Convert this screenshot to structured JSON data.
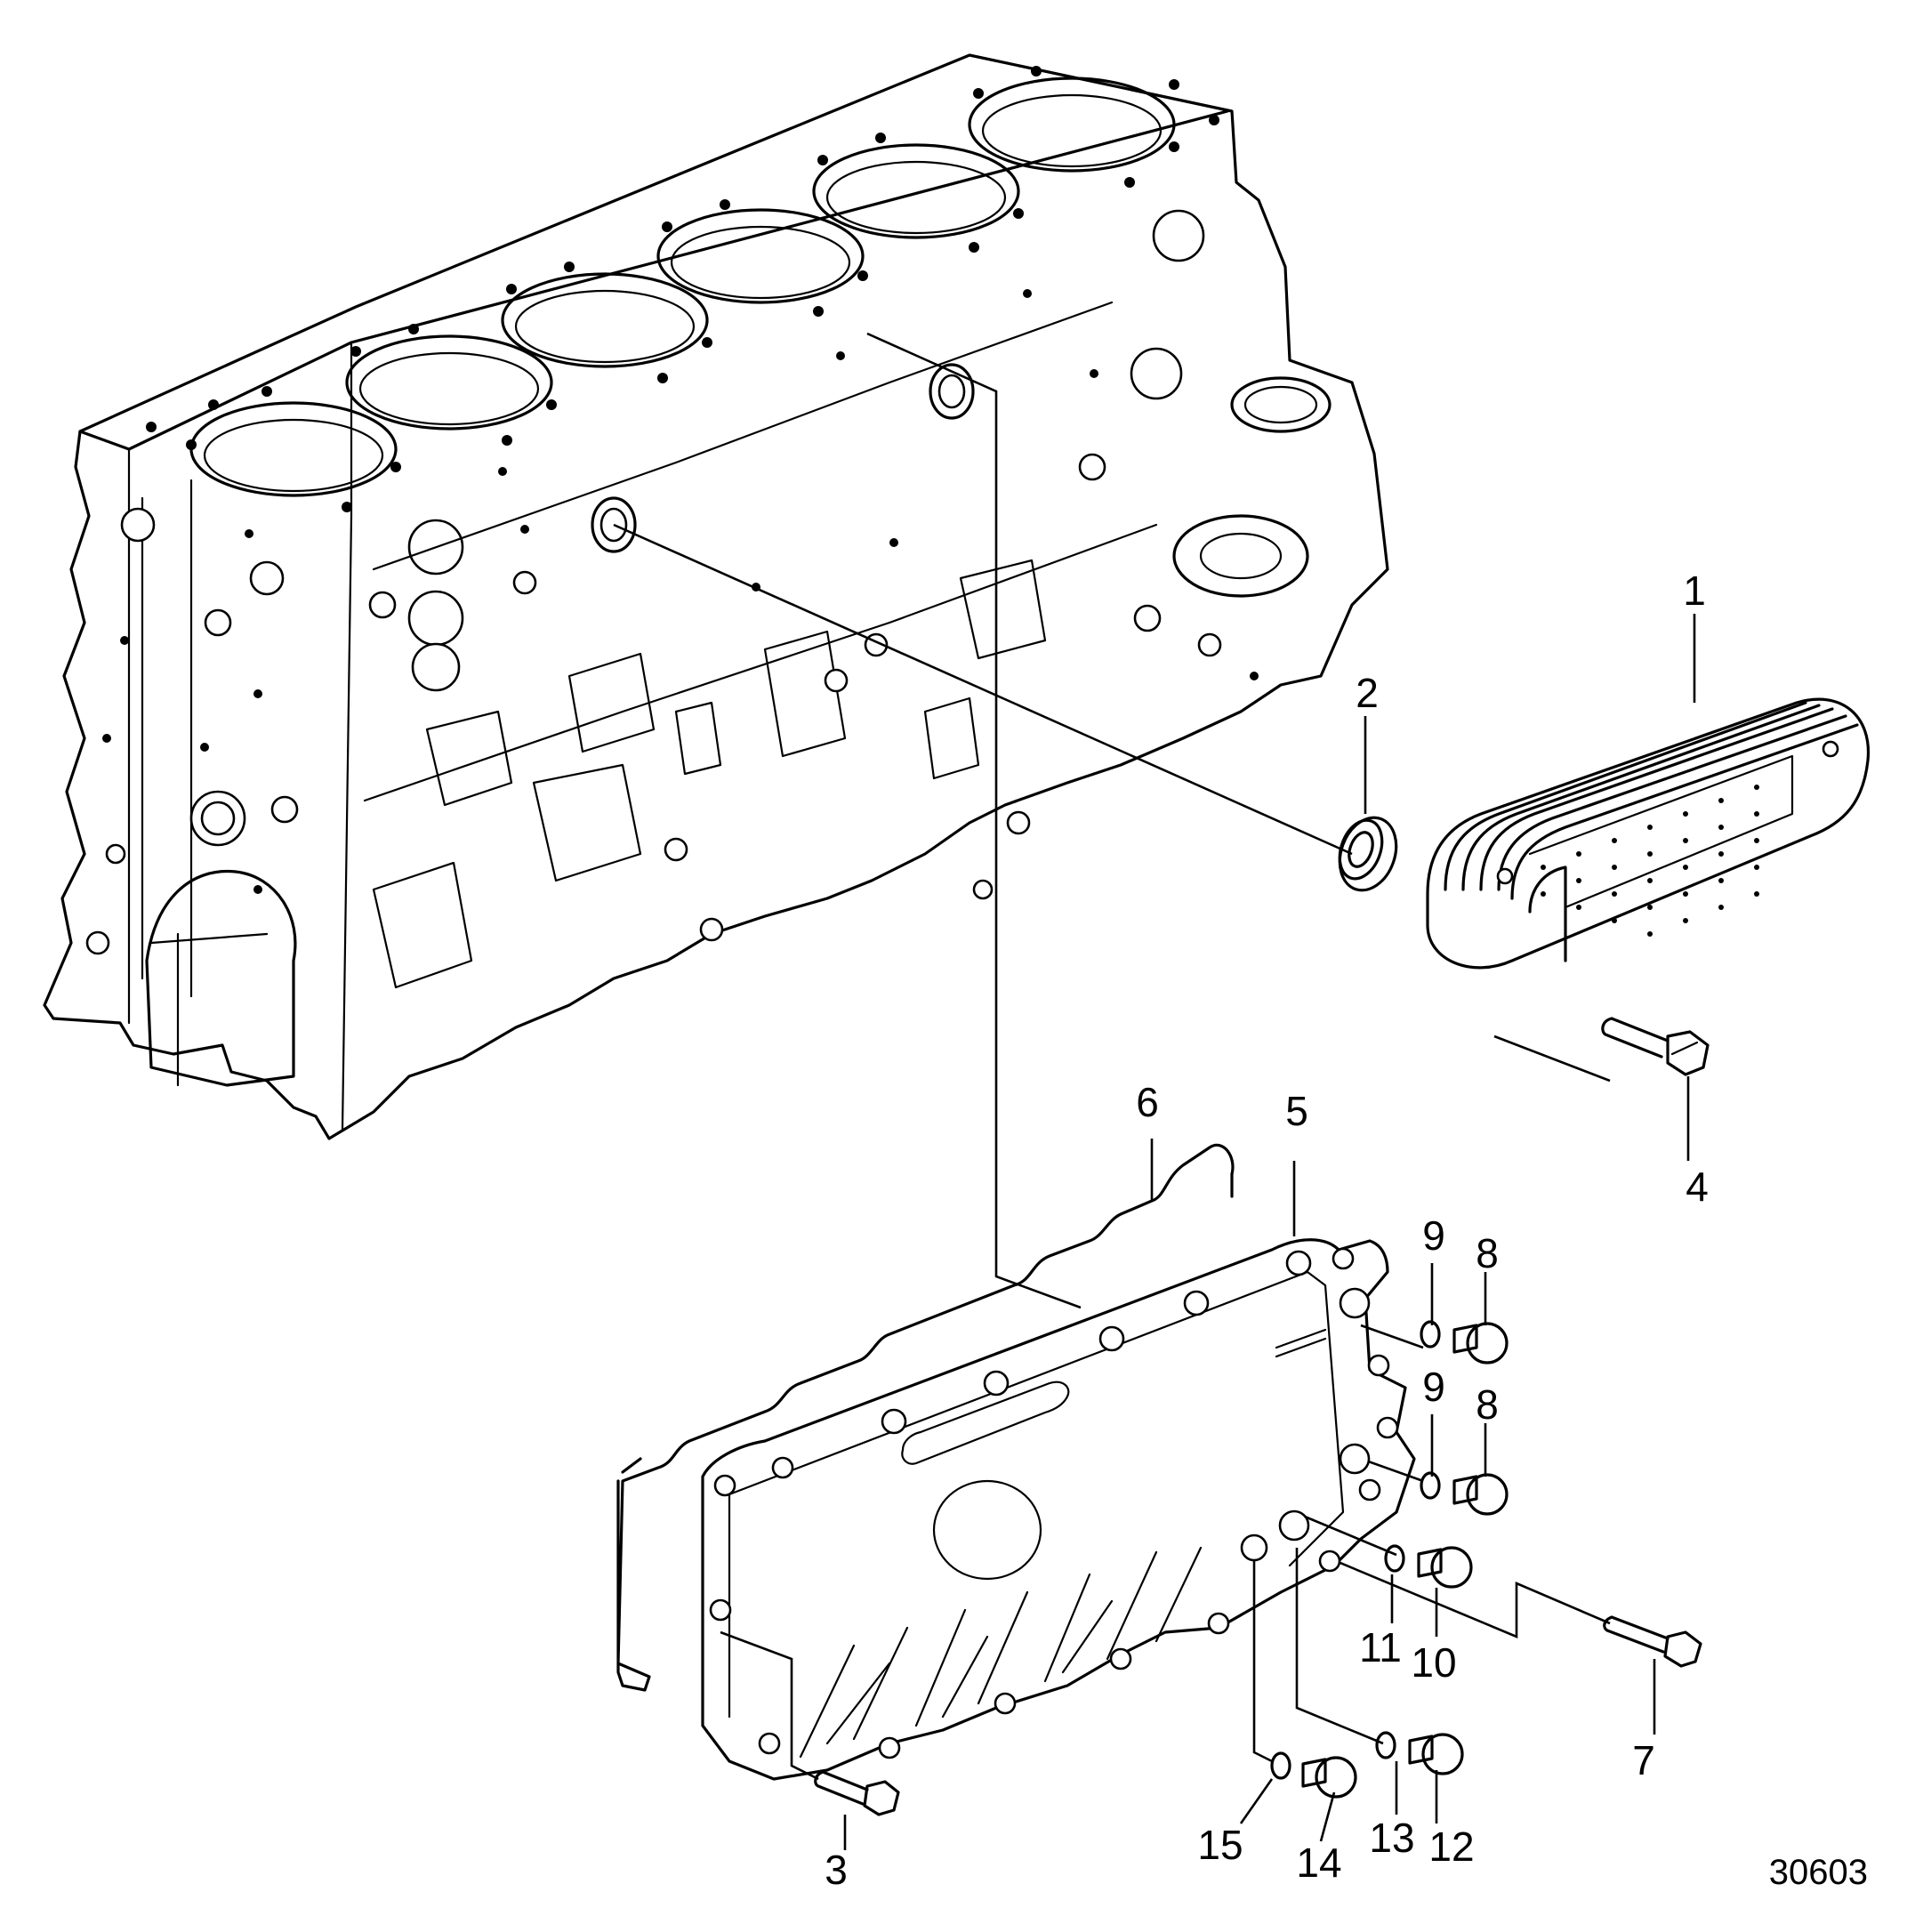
{
  "figure": {
    "number": "30603"
  },
  "callouts": {
    "c1": "1",
    "c2": "2",
    "c3": "3",
    "c4": "4",
    "c5": "5",
    "c6": "6",
    "c7": "7",
    "c8a": "8",
    "c8b": "8",
    "c9a": "9",
    "c9b": "9",
    "c10": "10",
    "c11": "11",
    "c12": "12",
    "c13": "13",
    "c14": "14",
    "c15": "15"
  }
}
